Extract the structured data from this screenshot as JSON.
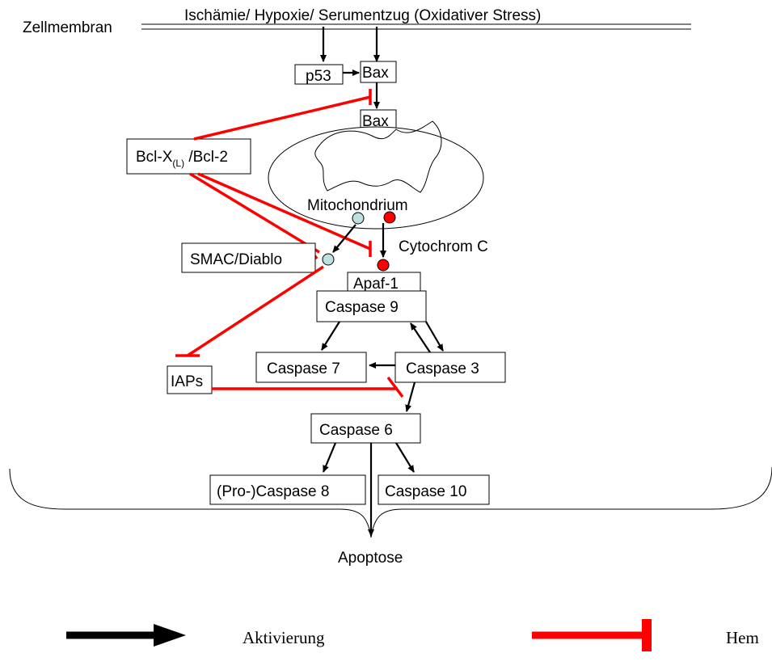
{
  "diagram": {
    "membrane_label": "Zellmembran",
    "stress_label": "Ischämie/ Hypoxie/ Serumentzug (Oxidativer Stress)",
    "nodes": {
      "p53": "p53",
      "bax_cytosol": "Bax",
      "bax_mito": "Bax",
      "bcl_main": "Bcl-X",
      "bcl_sub": "(L)",
      "bcl_rest": " /Bcl-2",
      "mitochondrium": "Mitochondrium",
      "cytochrom_c": "Cytochrom C",
      "smac": "SMAC/Diablo",
      "apaf1": "Apaf-1",
      "caspase9": "Caspase 9",
      "caspase7": "Caspase 7",
      "caspase3": "Caspase 3",
      "iaps": "IAPs",
      "caspase6": "Caspase 6",
      "caspase8": "(Pro-)Caspase 8",
      "caspase10": "Caspase 10",
      "apoptose": "Apoptose"
    },
    "colors": {
      "activation": "#000000",
      "inhibition": "#ff0000",
      "smac_dot": "#bfe0e0",
      "cytochrom_dot": "#ff0000"
    }
  },
  "legend": {
    "activation_label": "Aktivierung",
    "inhibition_label": "Hem"
  }
}
